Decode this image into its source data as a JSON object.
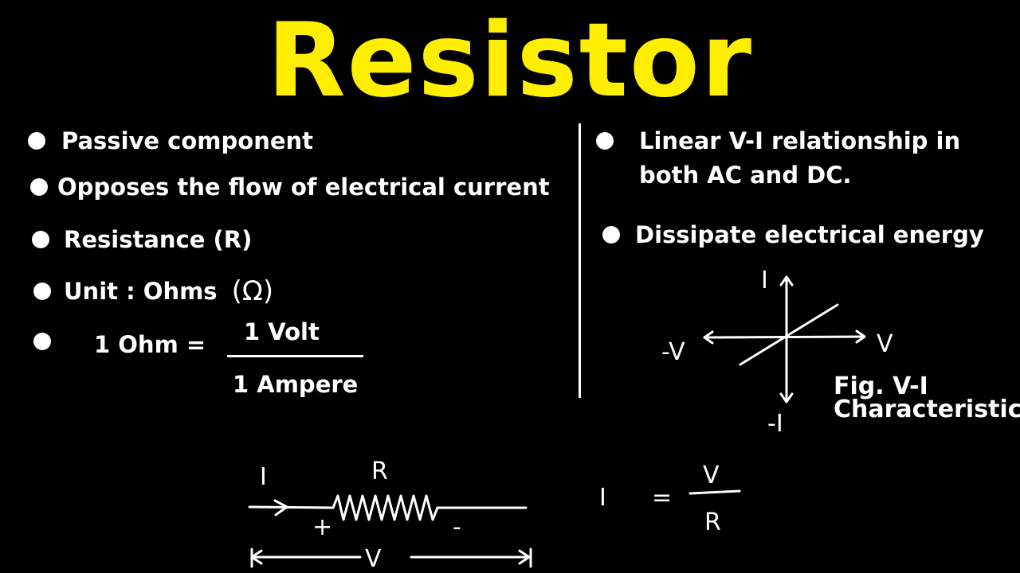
{
  "title": "Resistor",
  "colors": {
    "title": "#ffee00",
    "background": "#000000",
    "text": "#ffffff"
  },
  "left_bullets": [
    "Passive component",
    "Opposes the flow of electrical current",
    "Resistance (R)",
    "Unit : Ohms",
    ""
  ],
  "ohm_symbol": "(Ω)",
  "ohm_definition": {
    "lhs": "1 Ohm =",
    "numerator": "1 Volt",
    "denominator": "1 Ampere"
  },
  "right_bullets": [
    "Linear V-I relationship in",
    "both AC and DC.",
    "Dissipate electrical energy"
  ],
  "vi_graph": {
    "y_label": "I",
    "y_neg_label": "-I",
    "x_label": "V",
    "x_neg_label": "-V",
    "caption_line1": "Fig. V-I",
    "caption_line2": "Characteristics"
  },
  "circuit": {
    "current_label": "I",
    "resistor_label": "R",
    "plus_label": "+",
    "minus_label": "-",
    "voltage_label": "V"
  },
  "ohms_law": {
    "lhs": "I",
    "equals": "=",
    "numerator": "V",
    "denominator": "R"
  }
}
